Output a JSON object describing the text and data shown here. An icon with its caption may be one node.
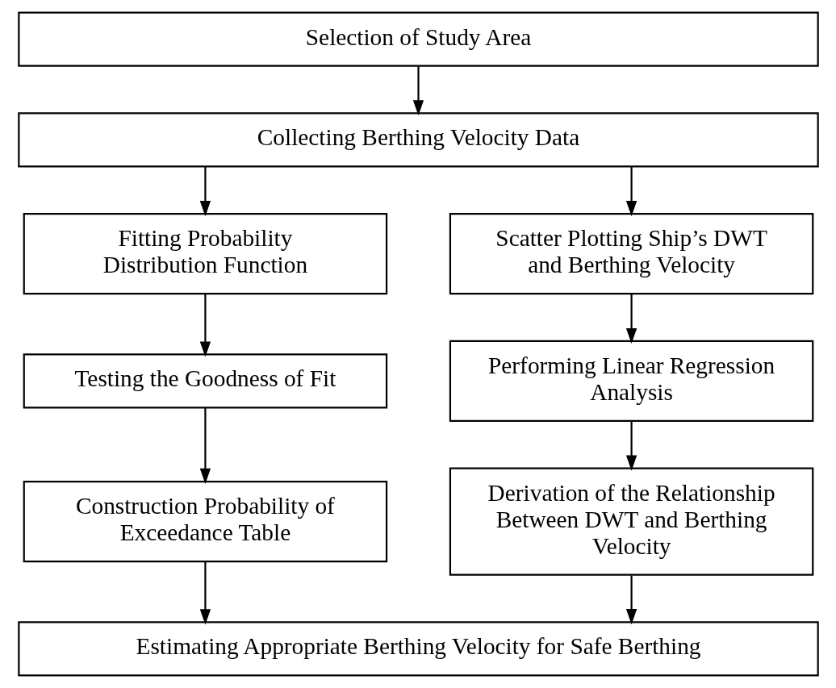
{
  "diagram": {
    "nodes": [
      {
        "text": [
          "Selection of Study Area"
        ]
      },
      {
        "text": [
          "Collecting Berthing Velocity Data"
        ]
      },
      {
        "text": [
          "Fitting Probability Distribution Function"
        ]
      },
      {
        "text": [
          "Scatter Plotting Ship’s DWT and Berthing Velocity"
        ]
      },
      {
        "text": [
          "Testing the Goodness of Fit"
        ]
      },
      {
        "text": [
          "Performing Linear Regression Analysis"
        ]
      },
      {
        "text": [
          "Construction Probability of Exceedance Table"
        ]
      },
      {
        "text": [
          "Derivation of the Relationship Between DWT and Berthing Velocity"
        ]
      },
      {
        "text": [
          "Estimating Appropriate Berthing Velocity for Safe Berthing"
        ]
      }
    ],
    "edges": [
      {
        "from": 0,
        "to": 1,
        "arrow": "to"
      },
      {
        "from": 1,
        "to": 2,
        "arrow": "to"
      },
      {
        "from": 1,
        "to": 3,
        "arrow": "to"
      },
      {
        "from": 2,
        "to": 4,
        "arrow": "to"
      },
      {
        "from": 4,
        "to": 6,
        "arrow": "to"
      },
      {
        "from": 3,
        "to": 5,
        "arrow": "to"
      },
      {
        "from": 5,
        "to": 7,
        "arrow": "to"
      },
      {
        "from": 6,
        "to": 8,
        "arrow": "to"
      },
      {
        "from": 7,
        "to": 8,
        "arrow": "to"
      }
    ]
  }
}
